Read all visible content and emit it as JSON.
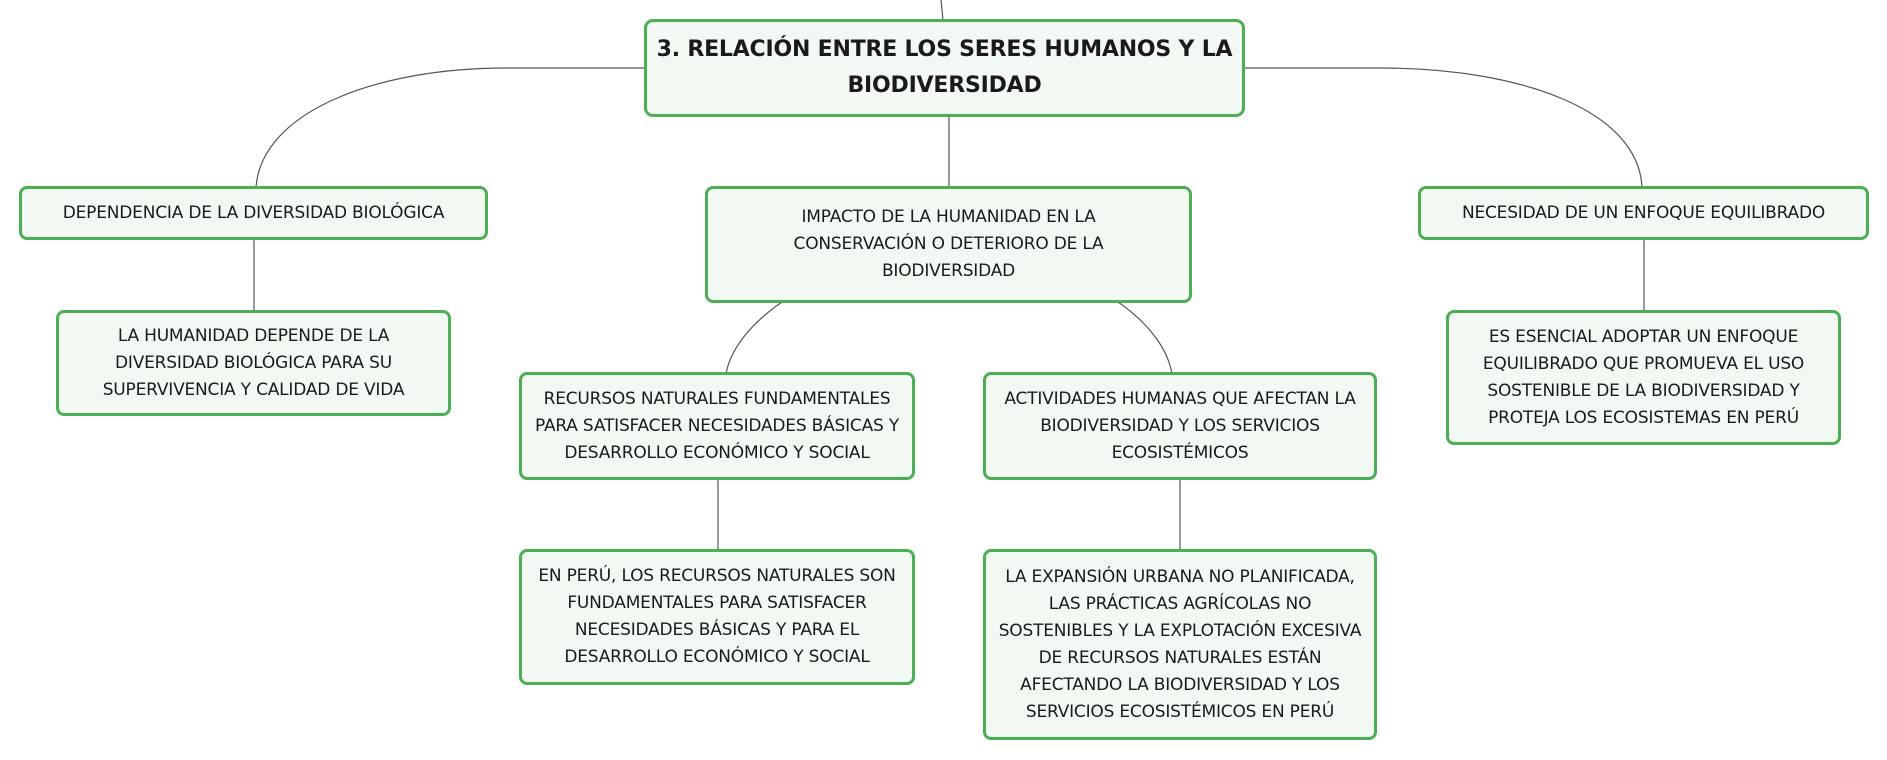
{
  "colors": {
    "node_fill": "#f2f9f3",
    "node_border": "#4caf55",
    "connector": "#555555"
  },
  "root": {
    "label": "3. RELACIÓN ENTRE LOS SERES HUMANOS Y LA BIODIVERSIDAD"
  },
  "branches": {
    "dependencia": {
      "label": "DEPENDENCIA DE LA DIVERSIDAD BIOLÓGICA",
      "detail": "LA HUMANIDAD DEPENDE DE LA DIVERSIDAD BIOLÓGICA PARA SU SUPERVIVENCIA Y CALIDAD DE VIDA"
    },
    "impacto": {
      "label": "IMPACTO DE LA HUMANIDAD EN LA CONSERVACIÓN O DETERIORO DE LA BIODIVERSIDAD",
      "recursos": {
        "label": "RECURSOS NATURALES FUNDAMENTALES PARA SATISFACER NECESIDADES BÁSICAS Y DESARROLLO ECONÓMICO Y SOCIAL",
        "detail": "EN PERÚ, LOS RECURSOS NATURALES SON FUNDAMENTALES PARA SATISFACER NECESIDADES BÁSICAS Y PARA EL DESARROLLO ECONÓMICO Y SOCIAL"
      },
      "actividades": {
        "label": "ACTIVIDADES HUMANAS QUE AFECTAN LA BIODIVERSIDAD Y LOS SERVICIOS ECOSISTÉMICOS",
        "detail": "LA EXPANSIÓN URBANA NO PLANIFICADA, LAS PRÁCTICAS AGRÍCOLAS NO SOSTENIBLES Y LA EXPLOTACIÓN EXCESIVA DE RECURSOS NATURALES ESTÁN AFECTANDO LA BIODIVERSIDAD Y LOS SERVICIOS ECOSISTÉMICOS EN PERÚ"
      }
    },
    "necesidad": {
      "label": "NECESIDAD DE UN ENFOQUE EQUILIBRADO",
      "detail": "ES ESENCIAL ADOPTAR UN ENFOQUE EQUILIBRADO QUE PROMUEVA EL USO SOSTENIBLE DE LA BIODIVERSIDAD Y PROTEJA LOS ECOSISTEMAS EN PERÚ"
    }
  }
}
